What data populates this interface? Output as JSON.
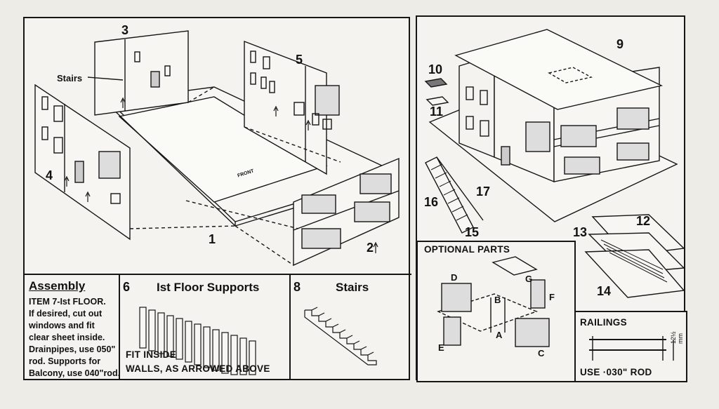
{
  "parts": {
    "p1": "1",
    "p2": "2",
    "p3": "3",
    "p4": "4",
    "p5": "5",
    "p9": "9",
    "p10": "10",
    "p11": "11",
    "p12": "12",
    "p13": "13",
    "p14": "14",
    "p15": "15",
    "p16": "16",
    "p17": "17"
  },
  "labels": {
    "stairs": "Stairs",
    "front": "FRONT"
  },
  "assembly": {
    "heading": "Assembly",
    "lines": [
      "ITEM 7-Ist FLOOR.",
      "If desired, cut out",
      "windows and fit",
      "clear sheet inside.",
      "Drainpipes, use 050\"",
      "rod. Supports for",
      "Balcony, use 040\"rod."
    ]
  },
  "supports": {
    "number": "6",
    "title": "Ist Floor Supports",
    "note_line1": "FIT INSIDE",
    "note_line2": "WALLS, AS ARROWED ABOVE"
  },
  "stairs_box": {
    "number": "8",
    "title": "Stairs"
  },
  "optional": {
    "title": "OPTIONAL PARTS",
    "letters": [
      "A",
      "B",
      "C",
      "D",
      "E",
      "F",
      "G"
    ]
  },
  "railings": {
    "title": "RAILINGS",
    "note": "USE ·030\" ROD",
    "dimension": "12½ mm"
  },
  "colors": {
    "ink": "#161616",
    "paper": "#f4f3ef",
    "background": "#eeece7"
  }
}
